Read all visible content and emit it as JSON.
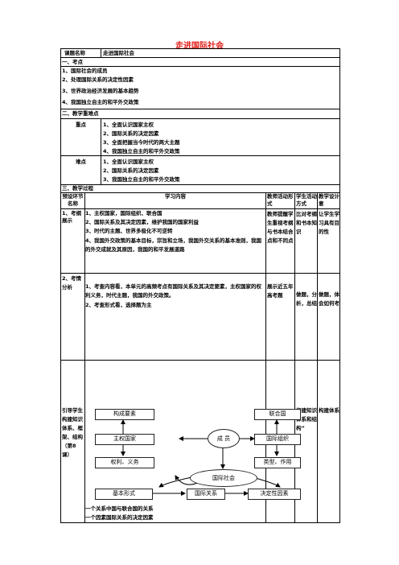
{
  "title": "走进国际社会",
  "table": {
    "course_name_label": "课题名称",
    "course_name_value": "走进国际社会",
    "section1_title": "一、考点",
    "exam_points": [
      "1、国际社会的成员",
      "2、处理国际关系的决定性因素",
      "3、世界政治经济发展的基本趋势",
      "4、我国独立自主的和平外交政策"
    ],
    "section2_title": "二、教学重难点",
    "key_label": "重点",
    "key_points": [
      "1、全面认识国家主权",
      "2、国际关系的决定因素",
      "3、全面把握当今时代的两大主题",
      "4、我国独立自主的和平外交政策"
    ],
    "difficult_label": "难点",
    "difficult_points": [
      "1、全面认识国家主权",
      "2、国际关系的决定因素",
      "3、我国独立自主的和平外交政策"
    ],
    "section3_title": "三、教学过程",
    "headers": {
      "col1": "预设环节名称",
      "col2": "学习内容",
      "col3": "教师活动形式",
      "col4": "学生活动方式",
      "col5": "教学设计意"
    },
    "row1": {
      "name": "1、考纲展示",
      "content": [
        "1、主权国家，国际组织、联合国",
        "2、国际关系及其决定因素，维护我国的国家利益",
        "3、时代的主题、世界多极化不可逆转",
        "4、我国外交政策的基本目标，宗旨和立场，我国外交关系的基本准则，我国的外交成就及其原因，我国的和平发展道路"
      ],
      "teacher": "教师提醒学生重视考纲与书本结合点和不同点",
      "student": "比对考纲和书本知识",
      "purpose": "让学生学习具有目的性"
    },
    "row2": {
      "name": "2、考情分析",
      "content": [
        "1、考查内容看，本单元的高频考点有国际关系及其决定要素，主权国家的权利义务，时代主题，我国的外交政策。",
        "2、考查形式看，选择题为主"
      ],
      "teacher": "展示近五年高考题",
      "student": "做题，分析，总结",
      "purpose": "做题，体会如何考"
    },
    "row3": {
      "name": "引导学生构建知识体系、框架、结构（第8课）",
      "student": "构建知识体系和结构”",
      "purpose": "构建体系",
      "bottom_lines": [
        "一个关系中国与联合国的关系",
        "一个因素国际关系的决定因素"
      ]
    }
  },
  "diagram": {
    "center": "国际社会",
    "members": "成 员",
    "left_boxes": [
      "构成要素",
      "主权国家",
      "权利、义务",
      "基本形式"
    ],
    "right_boxes": [
      "联合国",
      "国际组织",
      "类型、作用",
      "决定性因素"
    ],
    "bottom_middle": "国际关系"
  }
}
